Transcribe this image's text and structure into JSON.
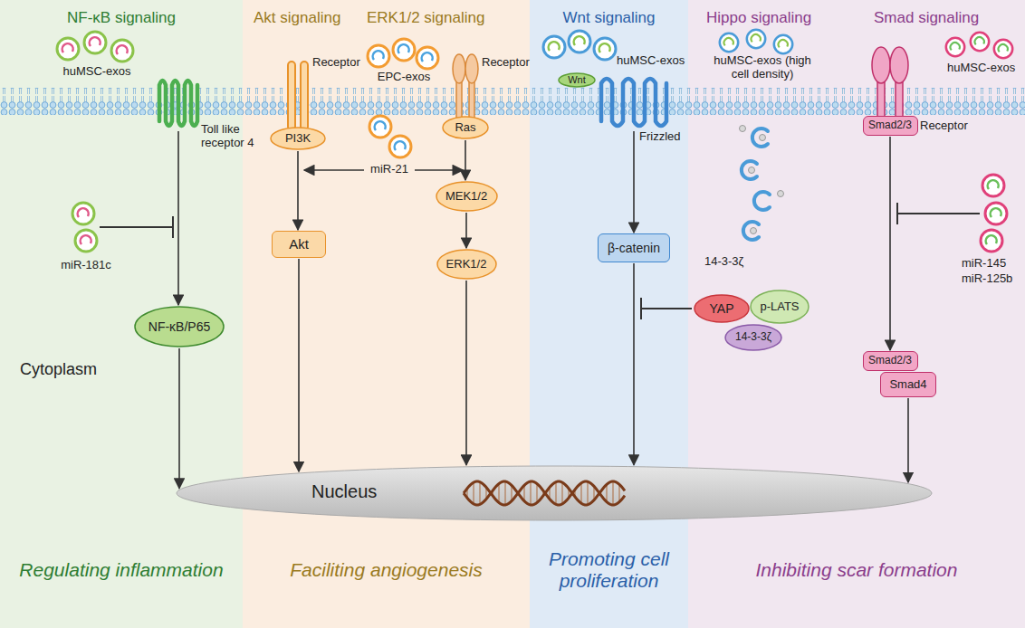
{
  "diagram": {
    "nodes": [
      {
        "text": [
          "NF-κB signaling",
          "Regulating inflammation"
        ]
      },
      {
        "text": [
          "Toll like receptor 4"
        ],
        "in": 0
      },
      {
        "text": [
          "NF-κB/P65"
        ],
        "in": 0
      },
      {
        "text": [
          "Akt signaling",
          "ERK1/2 signaling",
          "Faciliting angiogenesis"
        ]
      },
      {
        "text": [
          "PI3K"
        ],
        "in": 3
      },
      {
        "text": [
          "Ras"
        ],
        "in": 3
      },
      {
        "text": [
          "Akt"
        ],
        "in": 3
      },
      {
        "text": [
          "MEK1/2"
        ],
        "in": 3
      },
      {
        "text": [
          "ERK1/2"
        ],
        "in": 3
      },
      {
        "text": [
          "Wnt signaling",
          "Promoting cell proliferation"
        ]
      },
      {
        "text": [
          "Wnt"
        ],
        "in": 9
      },
      {
        "text": [
          "Frizzled"
        ],
        "in": 9
      },
      {
        "text": [
          "β-catenin"
        ],
        "in": 9
      },
      {
        "text": [
          "Hippo signaling",
          "Smad signaling",
          "Inhibiting scar formation"
        ]
      },
      {
        "text": [
          "Smad2/3"
        ],
        "in": 13
      },
      {
        "text": [
          "YAP"
        ],
        "in": 13
      },
      {
        "text": [
          "p-LATS"
        ],
        "in": 13
      },
      {
        "text": [
          "14-3-3ζ"
        ],
        "in": 13
      },
      {
        "text": [
          "Smad2/3"
        ],
        "in": 13
      },
      {
        "text": [
          "Smad4"
        ],
        "in": 13
      },
      {
        "text": [
          "Nucleus"
        ]
      }
    ],
    "edges": [
      {
        "from": 1,
        "to": 2,
        "arrow": "to"
      },
      {
        "from": 2,
        "to": 20,
        "arrow": "to"
      },
      {
        "from": 4,
        "to": 6,
        "arrow": "to"
      },
      {
        "from": 6,
        "to": 20,
        "arrow": "to"
      },
      {
        "from": 5,
        "to": 7,
        "arrow": "to"
      },
      {
        "from": 7,
        "to": 8,
        "arrow": "to"
      },
      {
        "from": 8,
        "to": 20,
        "arrow": "to"
      },
      {
        "from": 11,
        "to": 12,
        "arrow": "to"
      },
      {
        "from": 12,
        "to": 20,
        "arrow": "to"
      },
      {
        "from": 14,
        "to": 18,
        "arrow": "to"
      },
      {
        "from": 19,
        "to": 20,
        "arrow": "to"
      }
    ],
    "labels": [
      "huMSC-exos",
      "miR-181c",
      "EPC-exos",
      "Receptor",
      "Receptor",
      "miR-21",
      "huMSC-exos",
      "huMSC-exos (high cell density)",
      "14-3-3ζ",
      "huMSC-exos",
      "Receptor",
      "miR-145",
      "miR-125b",
      "Cytoplasm"
    ]
  }
}
